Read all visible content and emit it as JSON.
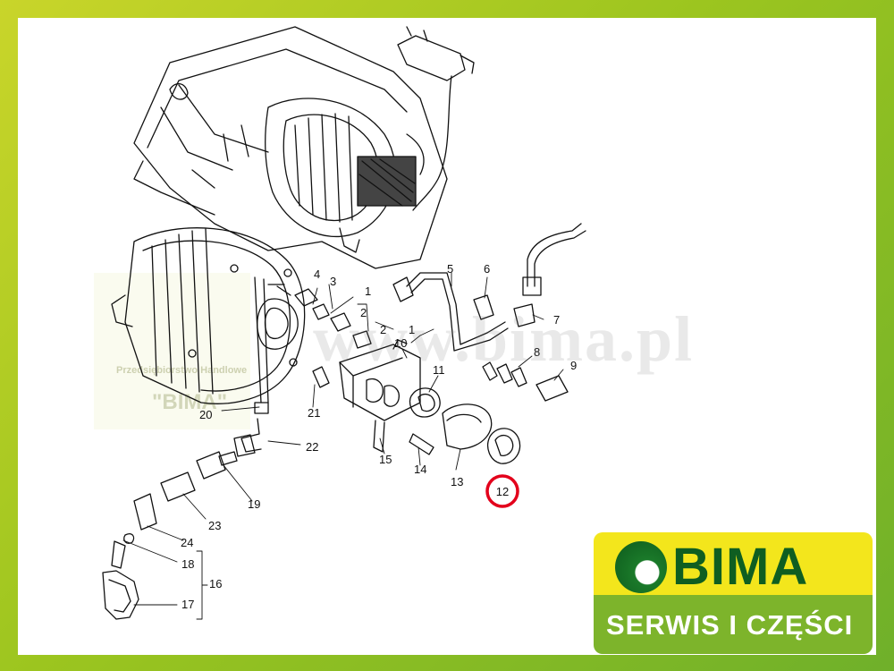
{
  "watermark": {
    "site": "www.bima.pl",
    "company_line": "Przedsiębiorstwo Handlowe",
    "company_name": "\"BIMA\""
  },
  "diagram": {
    "highlighted_label": "12",
    "callouts": [
      "1",
      "2",
      "2",
      "1",
      "3",
      "4",
      "5",
      "6",
      "7",
      "8",
      "9",
      "10",
      "11",
      "12",
      "13",
      "14",
      "15",
      "16",
      "17",
      "18",
      "19",
      "20",
      "21",
      "22",
      "23",
      "24"
    ]
  },
  "logo": {
    "brand": "BIMA",
    "tagline": "SERWIS I CZĘŚCI",
    "colors": {
      "yellow": "#f3e61c",
      "green": "#7db42b",
      "dark_green": "#0f5e21"
    }
  },
  "highlight_color": "#e3001b"
}
